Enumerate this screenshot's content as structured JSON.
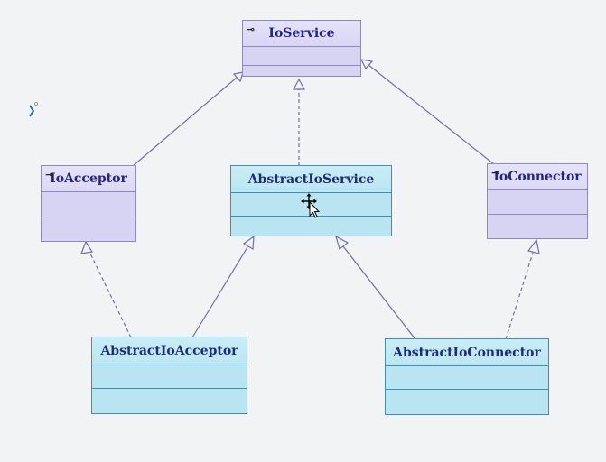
{
  "diagram": {
    "classes": {
      "ioservice": {
        "name": "IoService",
        "kind": "interface"
      },
      "ioacceptor": {
        "name": "IoAcceptor",
        "kind": "interface"
      },
      "ioconnector": {
        "name": "IoConnector",
        "kind": "interface"
      },
      "abstractioservice": {
        "name": "AbstractIoService",
        "kind": "class"
      },
      "abstractioacceptor": {
        "name": "AbstractIoAcceptor",
        "kind": "class"
      },
      "abstractioconnector": {
        "name": "AbstractIoConnector",
        "kind": "class"
      }
    },
    "relations": [
      {
        "from": "IoAcceptor",
        "to": "IoService",
        "type": "generalization"
      },
      {
        "from": "IoConnector",
        "to": "IoService",
        "type": "generalization"
      },
      {
        "from": "AbstractIoService",
        "to": "IoService",
        "type": "realization"
      },
      {
        "from": "AbstractIoAcceptor",
        "to": "IoAcceptor",
        "type": "realization"
      },
      {
        "from": "AbstractIoAcceptor",
        "to": "AbstractIoService",
        "type": "generalization"
      },
      {
        "from": "AbstractIoConnector",
        "to": "AbstractIoService",
        "type": "generalization"
      },
      {
        "from": "AbstractIoConnector",
        "to": "IoConnector",
        "type": "realization"
      }
    ],
    "colors": {
      "interface_border": "#8d89bf",
      "interface_fill": "#d7d4f3",
      "class_border": "#3f8fb4",
      "class_fill": "#b9e4f1",
      "line": "#6f6fa6"
    },
    "interface_marker_icon": "key-icon",
    "pointer_icon": "move-cursor-icon"
  }
}
